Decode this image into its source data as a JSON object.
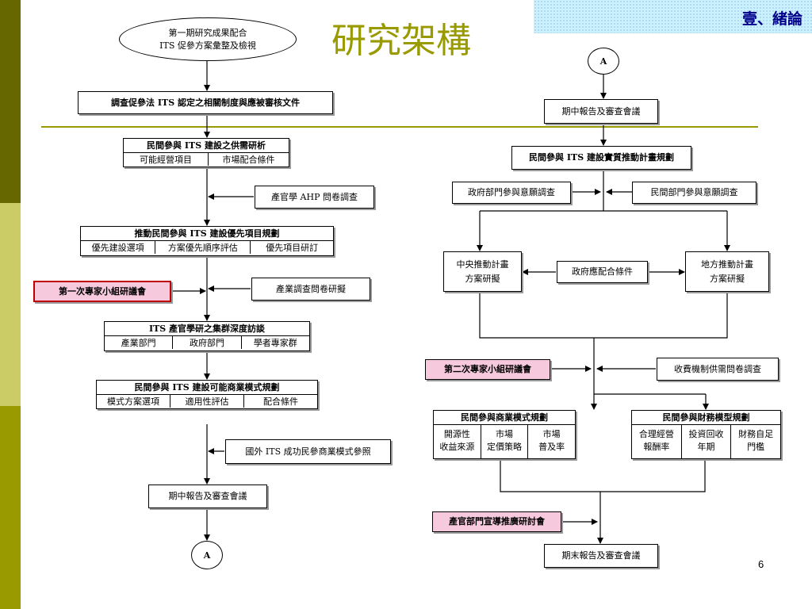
{
  "slide": {
    "title": "研究架構",
    "section": "壹、緒論",
    "page_number": "6",
    "colors": {
      "sidebar_dark": "#676700",
      "sidebar_light": "#cccc66",
      "title": "#999900",
      "divider": "#999900",
      "section_bg": "#ccf0ff",
      "section_text": "#00008b",
      "pink": "#f6c9dc"
    }
  },
  "left": {
    "start_oval": [
      "第一期研究成果配合",
      "ITS 促參方案彙整及檢視"
    ],
    "box1": "調查促參法 ITS 認定之相關制度與應被審核文件",
    "table1": {
      "title": "民間參與 ITS 建設之供需研析",
      "cells": [
        "可能經營項目",
        "市場配合條件"
      ]
    },
    "input1": "產官學 AHP 問卷調查",
    "table2": {
      "title": "推動民間參與 ITS 建設優先項目規劃",
      "cells": [
        "優先建設選項",
        "方案優先順序評估",
        "優先項目研訂"
      ]
    },
    "meeting1": "第一次專家小組研議會",
    "input2": "產業調查問卷研擬",
    "table3": {
      "title": "ITS 產官學研之集群深度訪談",
      "cells": [
        "產業部門",
        "政府部門",
        "學者專家群"
      ]
    },
    "table4": {
      "title": "民間參與 ITS 建設可能商業模式規劃",
      "cells": [
        "模式方案選項",
        "適用性評估",
        "配合條件"
      ]
    },
    "input3": "國外 ITS 成功民參商業模式參照",
    "midterm": "期中報告及審查會議",
    "connector": "A"
  },
  "right": {
    "connector": "A",
    "midterm": "期中報告及審查會議",
    "plan": "民間參與 ITS 建設實質推動計畫規劃",
    "gov_survey": "政府部門參與意願調查",
    "private_survey": "民間部門參與意願調查",
    "central": [
      "中央推動計畫",
      "方案研擬"
    ],
    "gov_conditions": "政府應配合條件",
    "local": [
      "地方推動計畫",
      "方案研擬"
    ],
    "meeting2": "第二次專家小組研議會",
    "fee_survey": "收費機制供需問卷調查",
    "biz_table": {
      "title": "民間參與商業模式規劃",
      "cells": [
        [
          "開源性",
          "收益來源"
        ],
        [
          "市場",
          "定價策略"
        ],
        [
          "市場",
          "普及率"
        ]
      ]
    },
    "fin_table": {
      "title": "民間參與財務模型規劃",
      "cells": [
        [
          "合理經營",
          "報酬率"
        ],
        [
          "投資回收",
          "年期"
        ],
        [
          "財務自足",
          "門檻"
        ]
      ]
    },
    "seminar": "產官部門宣導推廣研討會",
    "final": "期末報告及審查會議"
  }
}
